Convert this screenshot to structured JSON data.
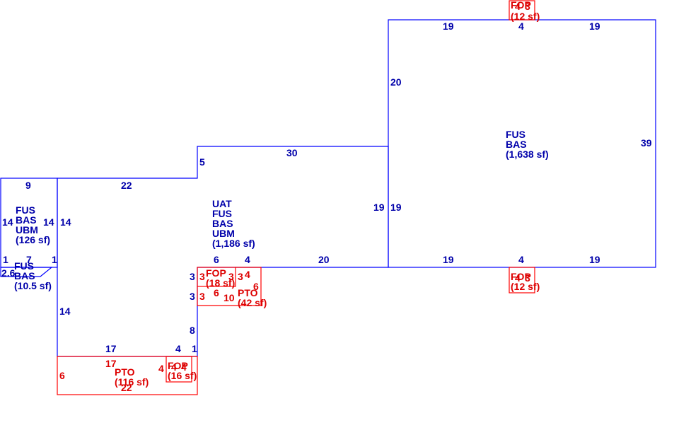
{
  "colors": {
    "living": "#0000aa",
    "porch": "#dd0000",
    "living_line": "#0000ff",
    "porch_line": "#ff0000"
  },
  "areas": {
    "main_upper": {
      "codes": [
        "FUS",
        "BAS"
      ],
      "area": "(1,638 sf)"
    },
    "main_center": {
      "codes": [
        "UAT",
        "FUS",
        "BAS",
        "UBM"
      ],
      "area": "(1,186 sf)"
    },
    "left_wing": {
      "codes": [
        "FUS",
        "BAS",
        "UBM"
      ],
      "area": "(126 sf)"
    },
    "left_small": {
      "codes": [
        "FUS",
        "BAS"
      ],
      "area": "(10.5 sf)"
    },
    "fop_top": {
      "codes": [
        "FOP"
      ],
      "area": "(12 sf)",
      "dims": [
        "4",
        "3"
      ]
    },
    "fop_right": {
      "codes": [
        "FOP"
      ],
      "area": "(12 sf)",
      "dims": [
        "4",
        "3"
      ]
    },
    "fop_mid": {
      "codes": [
        "FOP"
      ],
      "area": "(18 sf)"
    },
    "pto_mid": {
      "codes": [
        "PTO"
      ],
      "area": "(42 sf)"
    },
    "pto_bottom": {
      "codes": [
        "PTO"
      ],
      "area": "(116 sf)"
    },
    "fop_bottom": {
      "codes": [
        "FOP"
      ],
      "area": "(16 sf)",
      "dims": [
        "4",
        "4"
      ]
    }
  },
  "dims": {
    "top_19a": "19",
    "top_4": "4",
    "top_19b": "19",
    "upper_left_20": "20",
    "upper_right_39": "39",
    "center_top_30": "30",
    "center_step_5": "5",
    "center_19a": "19",
    "center_19b": "19",
    "upper_bottom_19a": "19",
    "upper_bottom_4": "4",
    "upper_bottom_19b": "19",
    "center_bottom_6": "6",
    "center_bottom_4": "4",
    "center_bottom_20": "20",
    "left_top_9": "9",
    "left_top_22": "22",
    "left_14a": "14",
    "left_14b": "14",
    "left_14c": "14",
    "left_bottom_1a": "1",
    "left_bottom_7": "7",
    "left_bottom_1b": "1",
    "left_angled": "2.6",
    "lower_14": "14",
    "lower_3a": "3",
    "lower_3b": "3",
    "lower_8": "8",
    "lower_bottom_17": "17",
    "lower_bottom_4": "4",
    "lower_bottom_1": "1",
    "fop_mid_3a": "3",
    "fop_mid_3b": "3",
    "fop_mid_3c": "3",
    "fop_mid_6": "6",
    "pto_mid_4": "4",
    "pto_mid_6": "6",
    "pto_mid_10": "10",
    "pto_mid_3": "3",
    "pto_bottom_17": "17",
    "pto_bottom_6": "6",
    "pto_bottom_22": "22",
    "pto_bottom_4": "4"
  }
}
